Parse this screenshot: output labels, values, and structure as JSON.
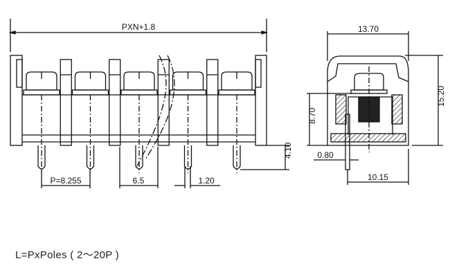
{
  "front_view": {
    "overall_width": "PXN+1.8",
    "pitch": "P=8.255",
    "wire_gap": "6.5",
    "pin_width": "1.20",
    "pin_length": "4.10",
    "poles_shown": 5
  },
  "side_view": {
    "width": "13.70",
    "height": "15.20",
    "body_height": "8.70",
    "pin_thickness": "0.80",
    "pin_offset": "10.15"
  },
  "caption": "L=PxPoles ( 2～20P )",
  "colors": {
    "line": "#111111",
    "background": "#ffffff"
  }
}
